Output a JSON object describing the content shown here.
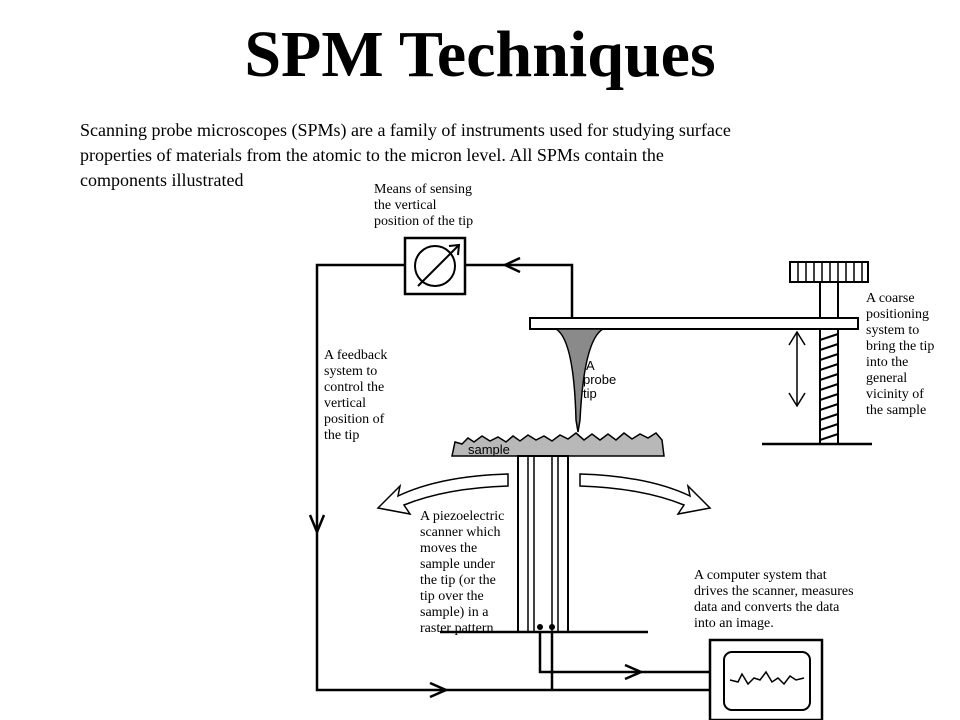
{
  "title": "SPM Techniques",
  "intro": {
    "line1": "Scanning probe microscopes (SPMs) are a family of instruments used for studying surface",
    "line2": "properties of materials  from the atomic to the micron level. All SPMs contain the",
    "line3": "components illustrated"
  },
  "labels": {
    "sensing": [
      "Means of sensing",
      "the vertical",
      "position of the tip"
    ],
    "feedback": [
      "A feedback",
      "system to",
      "control the",
      "vertical",
      "position of",
      "the tip"
    ],
    "probe": [
      "A",
      "probe",
      "tip"
    ],
    "sample": "sample",
    "coarse": [
      "A coarse",
      "positioning",
      "system to",
      "bring the tip",
      "into the",
      "general",
      "vicinity of",
      "the sample"
    ],
    "piezo": [
      "A piezoelectric",
      "scanner which",
      "moves the",
      "sample under",
      "the tip (or the",
      "tip over the",
      "sample) in a",
      "raster pattern"
    ],
    "computer": [
      "A computer system that",
      "drives the scanner, measures",
      "data and converts the data",
      "into an image."
    ]
  }
}
